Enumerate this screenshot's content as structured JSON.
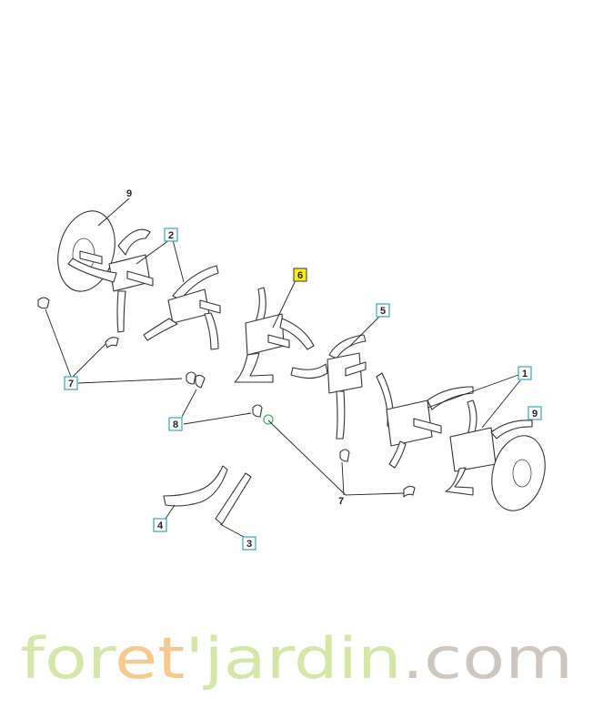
{
  "watermark": {
    "part1": "for",
    "part2": "et",
    "part3": "jardin",
    ".com": ".com",
    "colors": {
      "green": "#d4e7a6",
      "orange": "#f7c98f",
      "grey": "#cfc6bd"
    }
  },
  "labels": {
    "n9_top": "9",
    "n2": "2",
    "n6": "6",
    "n5": "5",
    "n7_left": "7",
    "n8": "8",
    "n1": "1",
    "n9_right": "9",
    "n7_bottom": "7",
    "n4": "4",
    "n3": "3"
  },
  "highlight_color": "#fff200",
  "box_color": "#3aa7b8"
}
